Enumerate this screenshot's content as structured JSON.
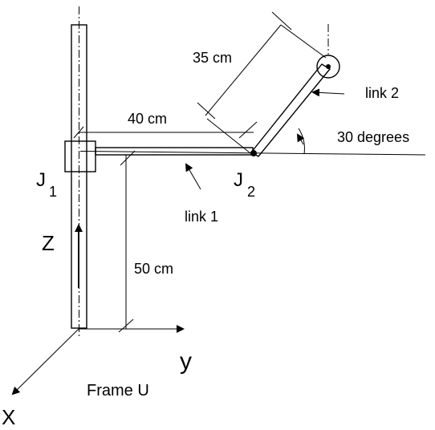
{
  "dimensions": {
    "link2_length": "35 cm",
    "link1_length": "40 cm",
    "height": "50 cm",
    "angle": "30 degrees"
  },
  "labels": {
    "link2": "link 2",
    "link1": "link 1",
    "joint1_main": "J",
    "joint1_sub": "1",
    "joint2_main": "J",
    "joint2_sub": "2",
    "axis_z": "Z",
    "axis_y": "y",
    "axis_x": "X",
    "frame": "Frame U"
  }
}
